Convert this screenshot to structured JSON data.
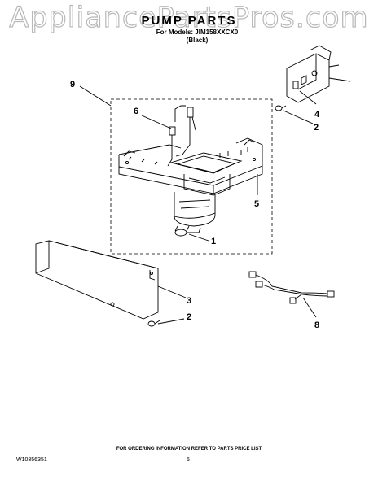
{
  "watermark": "AppliancePartsPros.com",
  "header": {
    "title": "PUMP PARTS",
    "models_line": "For Models: JIM158XXCX0",
    "color_line": "(Black)"
  },
  "callouts": [
    {
      "id": "1",
      "label": "1"
    },
    {
      "id": "2a",
      "label": "2"
    },
    {
      "id": "2b",
      "label": "2"
    },
    {
      "id": "3",
      "label": "3"
    },
    {
      "id": "4",
      "label": "4"
    },
    {
      "id": "5",
      "label": "5"
    },
    {
      "id": "6",
      "label": "6"
    },
    {
      "id": "8",
      "label": "8"
    },
    {
      "id": "9",
      "label": "9"
    }
  ],
  "footer": {
    "ordering_note": "FOR ORDERING INFORMATION REFER TO PARTS PRICE LIST",
    "document_number": "W10356351",
    "page_number": "5"
  }
}
